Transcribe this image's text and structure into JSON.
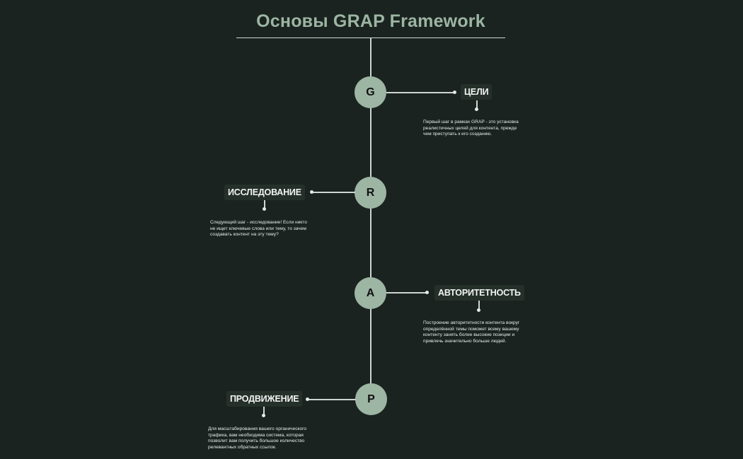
{
  "title": "Основы GRAP Framework",
  "colors": {
    "background": "#1a2320",
    "accent": "#9db5a3",
    "label_bg": "#25302b",
    "line": "#cfd6d2",
    "text": "#f2f4f3"
  },
  "steps": [
    {
      "letter": "G",
      "label": "ЦЕЛИ",
      "side": "right",
      "lines": [
        "Первый шаг в рамках GRAP - это установка",
        "реалистичных целей для контента, прежде",
        "чем приступать к его созданию."
      ]
    },
    {
      "letter": "R",
      "label": "ИССЛЕДОВАНИЕ",
      "side": "left",
      "lines": [
        "Следующий шаг - исследование! Если никто",
        "не ищет ключевые слова или тему, то зачем",
        "создавать контент на эту тему?"
      ]
    },
    {
      "letter": "A",
      "label": "АВТОРИТЕТНОСТЬ",
      "side": "right",
      "lines": [
        "Построение авторитетности контента вокруг",
        "определённой темы поможет всему вашему",
        "контенту занять более высокие позиции и",
        "привлечь значительно больше людей."
      ]
    },
    {
      "letter": "P",
      "label": "ПРОДВИЖЕНИЕ",
      "side": "left",
      "lines": [
        "Для масштабирования вашего органического",
        "трафика, вам необходима система, которая",
        "позволит вам получить большое количество",
        "релевантных обратных ссылок."
      ]
    }
  ]
}
